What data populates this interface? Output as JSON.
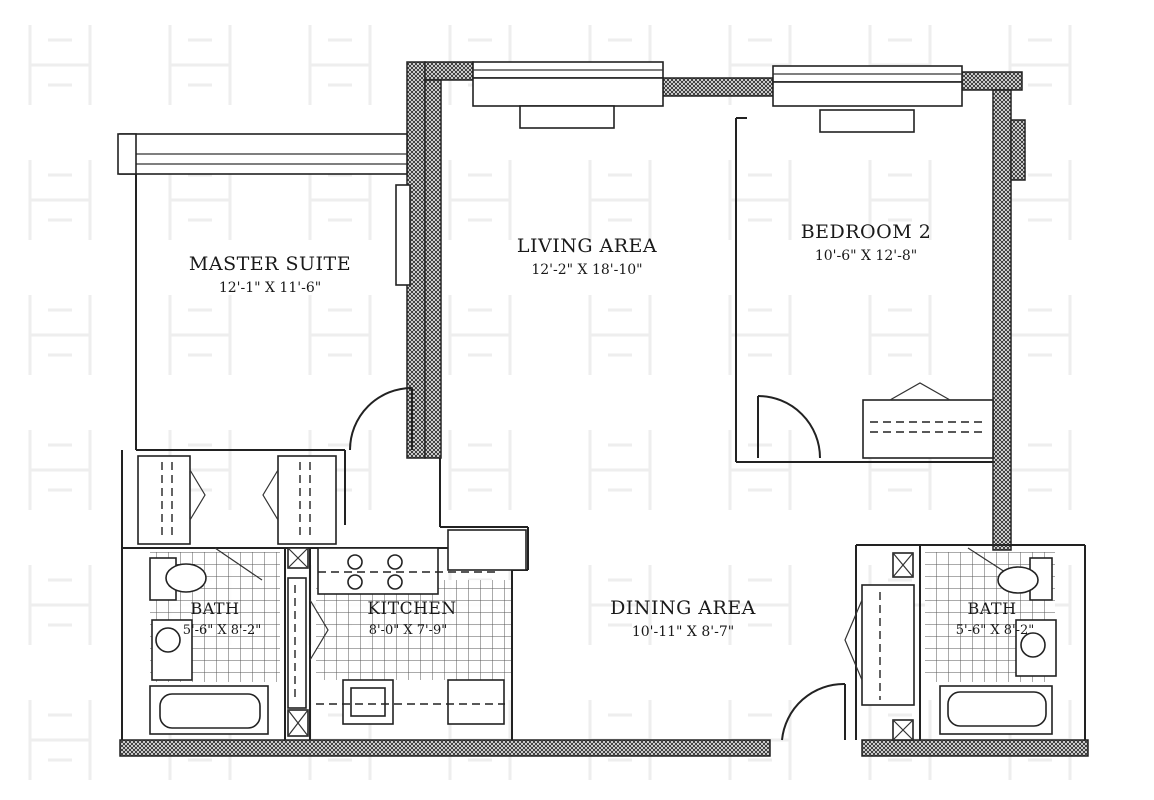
{
  "rooms": {
    "master_suite": {
      "name": "MASTER SUITE",
      "dim": "12'-1\" X 11'-6\""
    },
    "living_area": {
      "name": "LIVING AREA",
      "dim": "12'-2\" X 18'-10\""
    },
    "bedroom_2": {
      "name": "BEDROOM 2",
      "dim": "10'-6\" X 12'-8\""
    },
    "bath_left": {
      "name": "BATH",
      "dim": "5'-6\" X 8'-2\""
    },
    "kitchen": {
      "name": "KITCHEN",
      "dim": "8'-0\" X 7'-9\""
    },
    "dining_area": {
      "name": "DINING AREA",
      "dim": "10'-11\" X 8'-7\""
    },
    "bath_right": {
      "name": "BATH",
      "dim": "5'-6\" X 8'-2\""
    }
  },
  "watermark": {
    "glyph": "H-logo",
    "color": "#eeeeee"
  },
  "colors": {
    "line": "#222222",
    "background": "#ffffff"
  }
}
